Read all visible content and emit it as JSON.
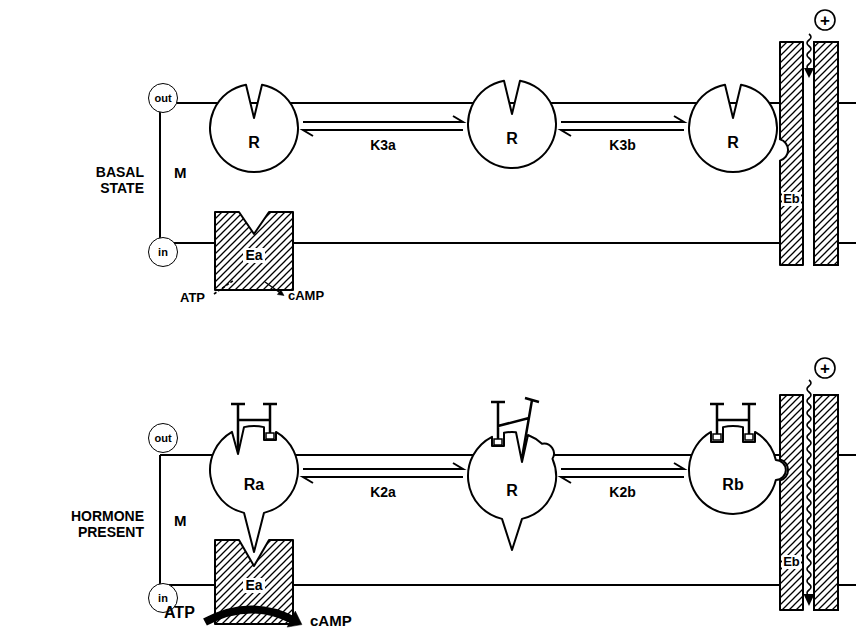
{
  "diagram": {
    "nodes": [
      {
        "text": [
          "out"
        ]
      },
      {
        "text": [
          "R"
        ]
      },
      {
        "text": [
          "R"
        ]
      },
      {
        "text": [
          "R"
        ]
      },
      {
        "text": [
          "Eb"
        ]
      },
      {
        "text": [
          "in"
        ]
      },
      {
        "text": [
          "Ea"
        ]
      },
      {
        "text": [
          "out"
        ]
      },
      {
        "text": [
          "Ra"
        ]
      },
      {
        "text": [
          "R"
        ]
      },
      {
        "text": [
          "Rb"
        ]
      },
      {
        "text": [
          "Eb"
        ]
      },
      {
        "text": [
          "in"
        ]
      },
      {
        "text": [
          "Ea"
        ]
      }
    ],
    "edges": [
      {
        "from": 1,
        "to": 2,
        "arrow": "both",
        "label": "K3a"
      },
      {
        "from": 2,
        "to": 3,
        "arrow": "both",
        "label": "K3b"
      },
      {
        "from": 8,
        "to": 9,
        "arrow": "both",
        "label": "K2a"
      },
      {
        "from": 9,
        "to": 10,
        "arrow": "both",
        "label": "K2b"
      }
    ],
    "labels": [
      "BASAL STATE",
      "M",
      "+",
      "ATP",
      "cAMP",
      "HORMONE PRESENT",
      "M",
      "+",
      "ATP",
      "cAMP"
    ]
  }
}
